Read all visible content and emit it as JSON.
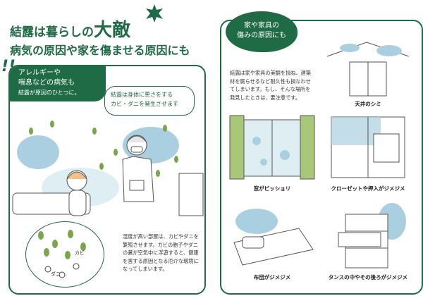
{
  "left": {
    "title_line1_a": "結露は暮らしの",
    "title_line1_b": "大敵",
    "title_line2": "病気の原因や家を傷ませる原因にも",
    "exclaim": "!!",
    "tag_line1": "アレルギーや",
    "tag_line2": "喘息などの病気も",
    "tag_line3": "結露が原因のひとつに。",
    "bubble_line1": "結露は身体に悪さをする",
    "bubble_line2": "カビ・ダニを発生させます",
    "body": "湿度が高い部屋は、カビやダニを繁殖させます。カビの胞子やダニの糞が空気中に浮遊すると、健康を害する原因となる厄介な環境になってしまいます。",
    "label_kabi": "カビ",
    "label_dani": "ダニ"
  },
  "right": {
    "title_line1": "家や家具の",
    "title_line2": "傷みの原因にも",
    "body": "結露は家や家具の美観を損ね、建築材を腐らせるなど耐久性も損なわせてしまいます。もし、そんな場所を発見したときは、要注意です。",
    "captions": [
      "天井のシミ",
      "窓がビッショリ",
      "クローゼットや押入がジメジメ",
      "布団がジメジメ",
      "タンスの中やその後ろがジメジメ"
    ]
  },
  "colors": {
    "brand_green": "#1f6b45",
    "mold_green": "#7aa64a",
    "wet_blue": "#a9cfe0"
  }
}
